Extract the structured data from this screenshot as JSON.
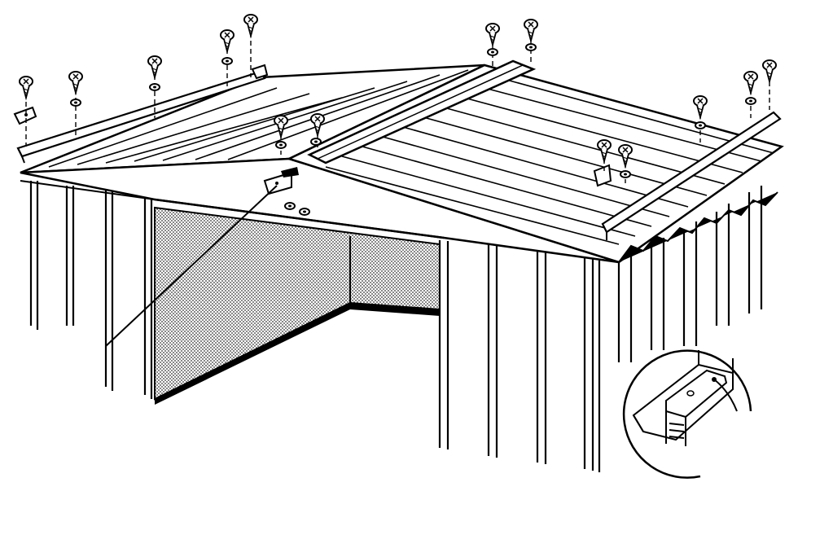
{
  "diagram": {
    "subject": "assembly-illustration",
    "colors": {
      "ink": "#000000",
      "paper": "#ffffff",
      "screen": "#555555"
    },
    "callouts": [
      {
        "name": "roof-bracket-callout"
      },
      {
        "name": "ridge-detail-callout"
      }
    ]
  }
}
